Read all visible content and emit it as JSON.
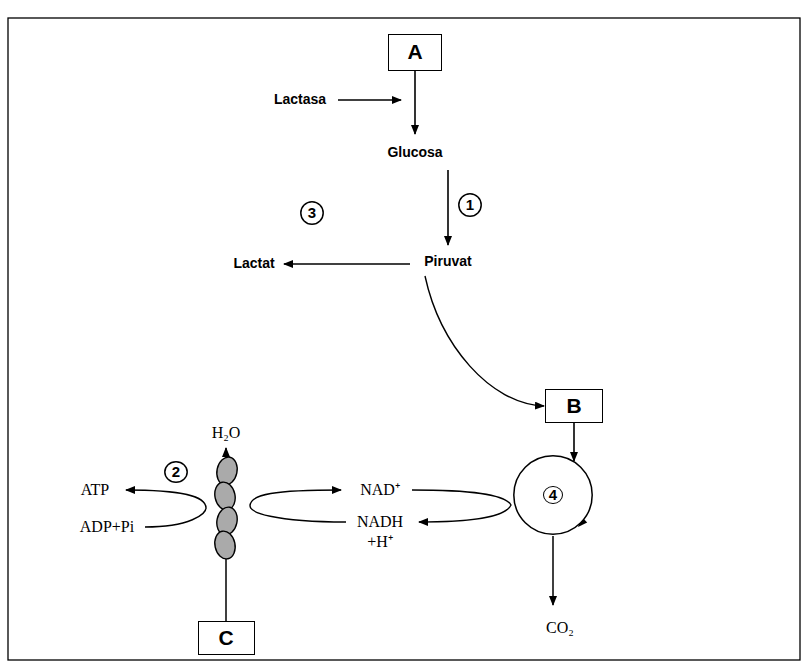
{
  "diagram": {
    "nodes": [
      {
        "text": [
          "A"
        ]
      },
      {
        "text": [
          "1"
        ]
      },
      {
        "text": [
          "3"
        ]
      },
      {
        "text": [
          "B"
        ]
      },
      {
        "text": [
          "2"
        ]
      },
      {
        "text": [
          "4"
        ]
      },
      {
        "text": [
          "C"
        ]
      }
    ],
    "edges": [
      {
        "from": 3,
        "to": 5,
        "arrow": "to"
      }
    ],
    "labels": [
      "Lactasa",
      "Glucosa",
      "Lactat",
      "Piruvat",
      "H₂O",
      "ATP",
      "NAD⁺",
      "ADP+Pi",
      "NADH +H⁺",
      "CO₂"
    ]
  }
}
